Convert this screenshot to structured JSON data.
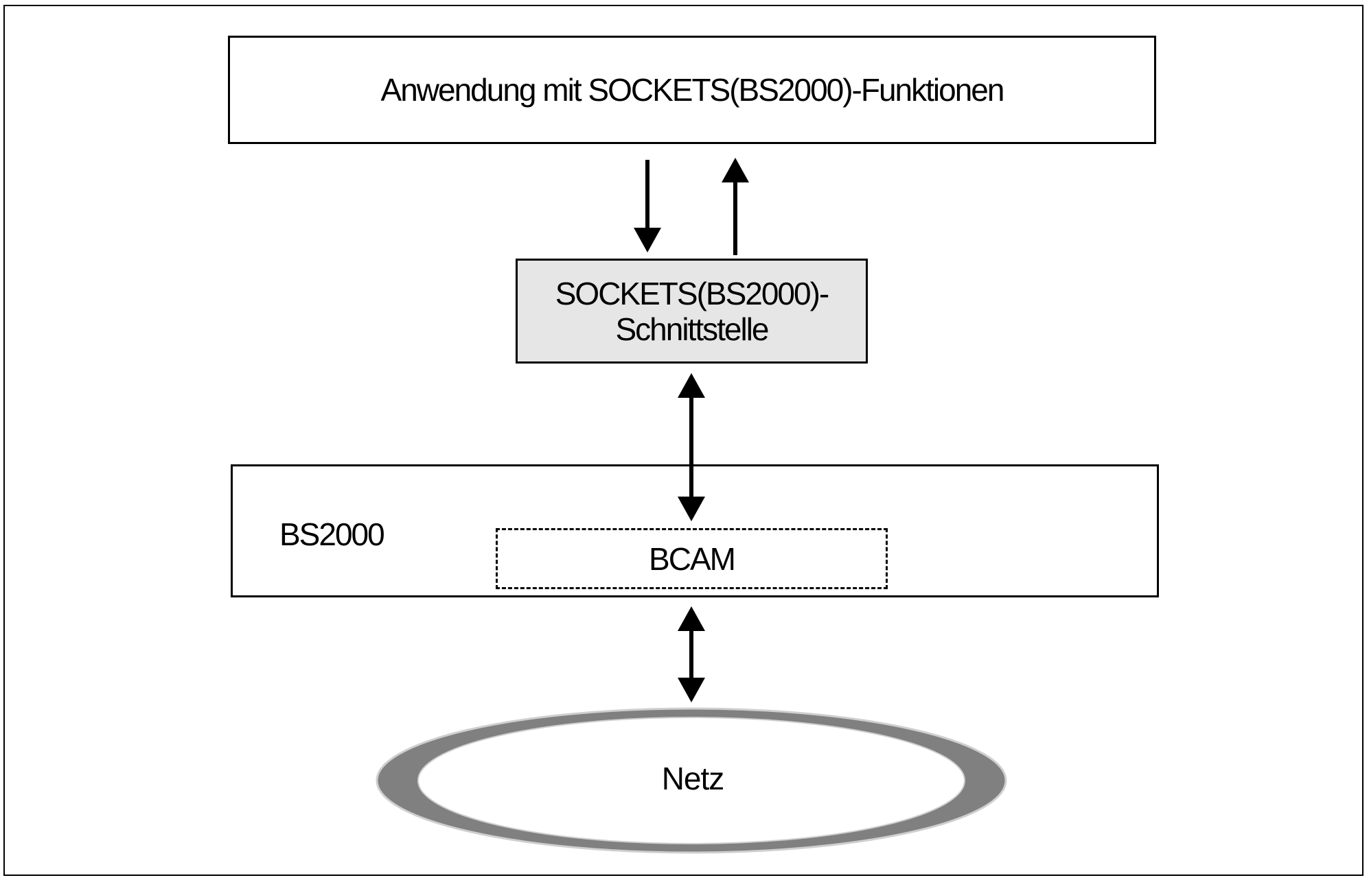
{
  "diagram": {
    "application": {
      "label": "Anwendung mit SOCKETS(BS2000)-Funktionen"
    },
    "socket_interface": {
      "line1": "SOCKETS(BS2000)-",
      "line2": "Schnittstelle",
      "fill_color": "#e6e6e6"
    },
    "bs2000": {
      "label": "BS2000",
      "bcam_label": "BCAM"
    },
    "network": {
      "label": "Netz",
      "ring_color": "#808080"
    }
  }
}
